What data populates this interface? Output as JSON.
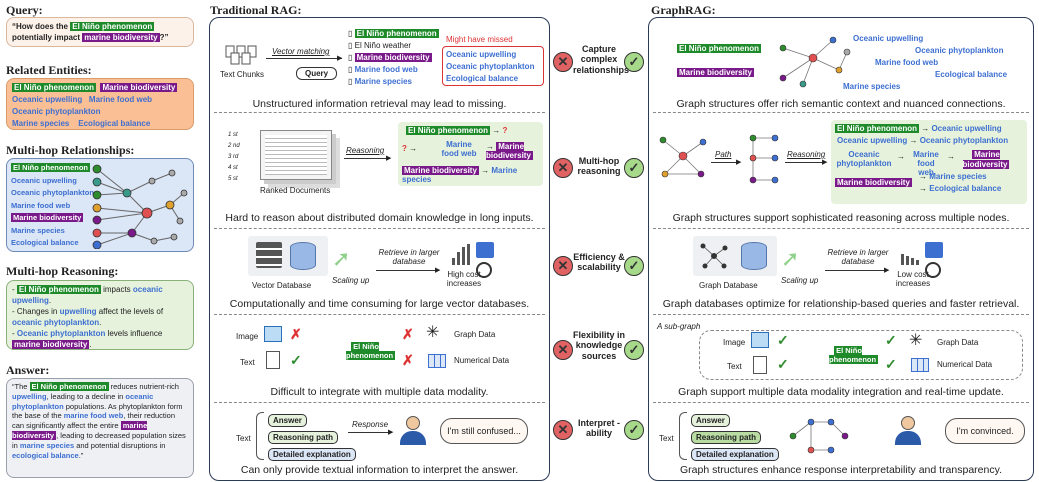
{
  "left": {
    "query_title": "Query:",
    "query_parts": [
      "“How does the ",
      "El Niño phenomenon",
      " potentially impact ",
      "marine biodiversity",
      "?”"
    ],
    "entities_title": "Related Entities:",
    "entities": [
      {
        "text": "El Niño phenomenon",
        "style": "green"
      },
      {
        "text": "Marine biodiversity",
        "style": "purple"
      },
      {
        "text": "Oceanic upwelling",
        "style": "blue"
      },
      {
        "text": "Marine food web",
        "style": "blue"
      },
      {
        "text": "Oceanic phytoplankton",
        "style": "blue"
      },
      {
        "text": "Marine species",
        "style": "blue"
      },
      {
        "text": "Ecological balance",
        "style": "blue"
      }
    ],
    "relationships_title": "Multi-hop Relationships:",
    "relationships": [
      "El Niño phenomenon",
      "Oceanic upwelling",
      "Oceanic phytoplankton",
      "Marine food web",
      "Marine biodiversity",
      "Marine species",
      "Ecological balance"
    ],
    "reasoning_title": "Multi-hop Reasoning:",
    "reasoning": [
      [
        "- ",
        "El Niño phenomenon",
        " impacts ",
        "oceanic upwelling",
        "."
      ],
      [
        "- Changes in ",
        "upwelling",
        " affect the levels of ",
        "oceanic phytoplankton",
        "."
      ],
      [
        "- ",
        "Oceanic phytoplankton",
        " levels influence ",
        "marine biodiversity",
        "."
      ]
    ],
    "answer_title": "Answer:",
    "answer_parts": [
      "“The ",
      "El Niño phenomenon",
      " reduces nutrient-rich ",
      "upwelling",
      ", leading to a decline in ",
      "oceanic phytoplankton",
      " populations. As phytoplankton form the base of the ",
      "marine food web",
      ", their reduction can significantly affect the entire ",
      "marine biodiversity",
      ", leading to decreased population sizes in ",
      "marine species",
      " and potential disruptions in ",
      "ecological balance",
      ".”"
    ]
  },
  "trad": {
    "title": "Traditional RAG:",
    "row1": {
      "text_chunks": "Text Chunks",
      "vector_matching": "Vector matching",
      "query": "Query",
      "items": [
        "El Niño phenomenon",
        "El Niño weather",
        "Marine biodiversity",
        "Marine food web",
        "Marine species"
      ],
      "missed_title": "Might have missed",
      "missed": [
        "Oceanic upwelling",
        "Oceanic phytoplankton",
        "Ecological balance"
      ],
      "caption": "Unstructured information retrieval may lead to missing."
    },
    "row2": {
      "ranks": [
        "1 st",
        "2 nd",
        "3 rd",
        "4 st",
        "5 st"
      ],
      "ranked_docs": "Ranked Documents",
      "reasoning": "Reasoning",
      "nodes": [
        "El Niño phenomenon",
        "Marine biodiversity",
        "Marine food web",
        "Marine biodiversity",
        "Marine species"
      ],
      "caption": "Hard to reason about distributed domain knowledge in long inputs."
    },
    "row3": {
      "vector_db": "Vector Database",
      "scaling_up": "Scaling up",
      "retrieve": "Retrieve in larger database",
      "high_cost": "High cost increases",
      "caption": "Computationally and time consuming for large vector databases."
    },
    "row4": {
      "image": "Image",
      "text": "Text",
      "center": "El Niño phenomenon",
      "graph_data": "Graph Data",
      "numerical_data": "Numerical Data",
      "caption": "Difficult to integrate with multiple data modality."
    },
    "row5": {
      "text": "Text",
      "answer": "Answer",
      "reasoning_path": "Reasoning path",
      "detailed": "Detailed explanation",
      "response": "Response",
      "bubble": "I'm still confused...",
      "caption": "Can only provide textual information to interpret the answer."
    }
  },
  "middle": [
    "Capture complex relationships",
    "Multi-hop reasoning",
    "Efficiency & scalability",
    "Flexibility in knowledge sources",
    "Interpret -ability"
  ],
  "graph": {
    "title": "GraphRAG:",
    "row1": {
      "elnino": "El Niño phenomenon",
      "marine": "Marine biodiversity",
      "items": [
        "Oceanic upwelling",
        "Oceanic phytoplankton",
        "Marine food web",
        "Ecological balance",
        "Marine species"
      ],
      "caption": "Graph structures offer rich semantic context and nuanced connections."
    },
    "row2": {
      "path": "Path",
      "reasoning": "Reasoning",
      "lines": [
        [
          "El Niño phenomenon",
          "Oceanic upwelling"
        ],
        [
          "Oceanic upwelling",
          "Oceanic phytoplankton"
        ],
        [
          "Oceanic phytoplankton",
          "Marine food web",
          "Marine biodiversity"
        ],
        [
          "Marine biodiversity",
          "Marine species",
          "Ecological balance"
        ]
      ],
      "caption": "Graph structures support sophisticated reasoning across multiple nodes."
    },
    "row3": {
      "graph_db": "Graph Database",
      "scaling_up": "Scaling up",
      "retrieve": "Retrieve in larger database",
      "low_cost": "Low cost increases",
      "caption": "Graph databases optimize for relationship-based queries and faster retrieval."
    },
    "row4": {
      "subgraph": "A sub-graph",
      "image": "Image",
      "text": "Text",
      "center": "El Niño phenomenon",
      "graph_data": "Graph Data",
      "numerical_data": "Numerical Data",
      "caption": "Graph support multiple data modality integration and real-time update."
    },
    "row5": {
      "text": "Text",
      "answer": "Answer",
      "reasoning_path": "Reasoning path",
      "detailed": "Detailed explanation",
      "bubble": "I'm convinced.",
      "caption": "Graph structures enhance response interpretability and transparency."
    }
  }
}
